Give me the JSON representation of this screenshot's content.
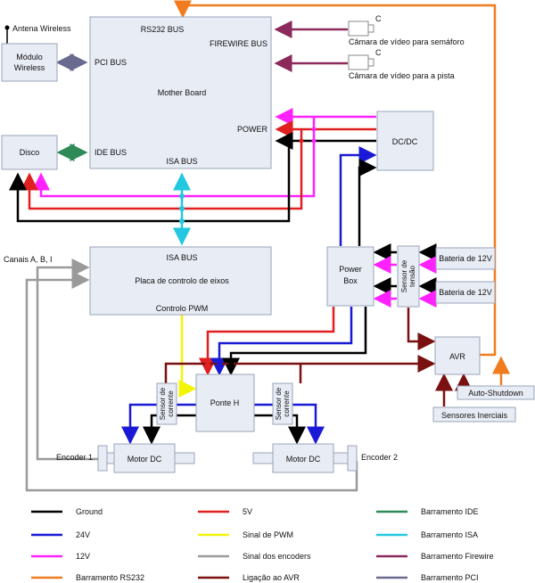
{
  "labels": {
    "antena": "Antena Wireless",
    "modulo_l1": "Módulo",
    "modulo_l2": "Wireless",
    "pci_bus": "PCI BUS",
    "rs232_bus": "RS232 BUS",
    "firewire_bus": "FIREWIRE BUS",
    "mother_board": "Mother Board",
    "power": "POWER",
    "ide_bus": "IDE BUS",
    "isa_bus_mb": "ISA BUS",
    "disco": "Disco",
    "camera_letter": "C",
    "camera_semaforo": "Câmara de vídeo para semáforo",
    "camera_pista": "Câmara de vídeo para a pista",
    "dcdc": "DC/DC",
    "canais": "Canais A, B, I",
    "isa_bus_pc": "ISA BUS",
    "placa": "Placa de controlo de eixos",
    "controlo_pwm": "Controlo PWM",
    "power_box_l1": "Power",
    "power_box_l2": "Box",
    "sensor_tensao_l1": "Sensor de",
    "sensor_tensao_l2": "tensão",
    "bateria1": "Bateria de 12V",
    "bateria2": "Bateria de 12V",
    "avr": "AVR",
    "auto_shutdown": "Auto-Shutdown",
    "sensores_inerciais": "Sensores Inerciais",
    "ponte_h": "Ponte H",
    "sensor_corrente_l1": "Sensor de",
    "sensor_corrente_l2": "corrente",
    "motor_dc": "Motor DC",
    "encoder1": "Encoder 1",
    "encoder2": "Encoder 2"
  },
  "legend": [
    {
      "label": "Ground",
      "color": "#000000"
    },
    {
      "label": "24V",
      "color": "#1a1ad6"
    },
    {
      "label": "12V",
      "color": "#ff22ff"
    },
    {
      "label": "Barramento RS232",
      "color": "#f07c1f"
    },
    {
      "label": "5V",
      "color": "#e02020"
    },
    {
      "label": "Sinal de PWM",
      "color": "#f4f40a"
    },
    {
      "label": "Sinal dos encoders",
      "color": "#9a9a9a"
    },
    {
      "label": "Ligação ao AVR",
      "color": "#7a1010"
    },
    {
      "label": "Barramento IDE",
      "color": "#2e8b57"
    },
    {
      "label": "Barramento ISA",
      "color": "#22c8e0"
    },
    {
      "label": "Barramento Firewire",
      "color": "#8b2a5a"
    },
    {
      "label": "Barramento PCI",
      "color": "#6a6a90"
    }
  ]
}
